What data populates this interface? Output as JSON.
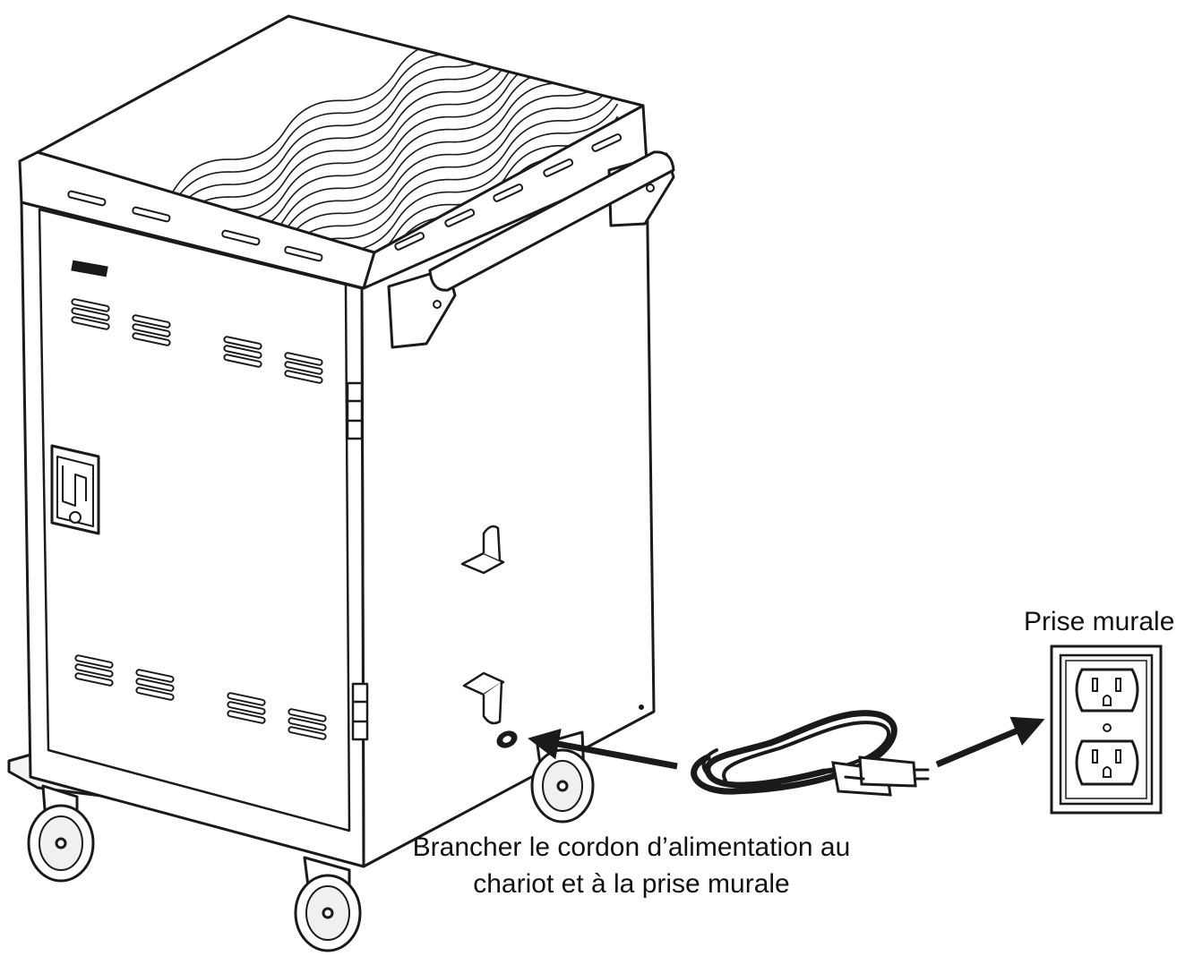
{
  "diagram": {
    "labels": {
      "outlet": "Prise murale",
      "instruction_line1": "Brancher le cordon d’alimentation au",
      "instruction_line2": "chariot et à la prise murale"
    },
    "colors": {
      "line": "#1a1a1a",
      "fill": "#ffffff",
      "shade": "#e9e9e9"
    }
  }
}
